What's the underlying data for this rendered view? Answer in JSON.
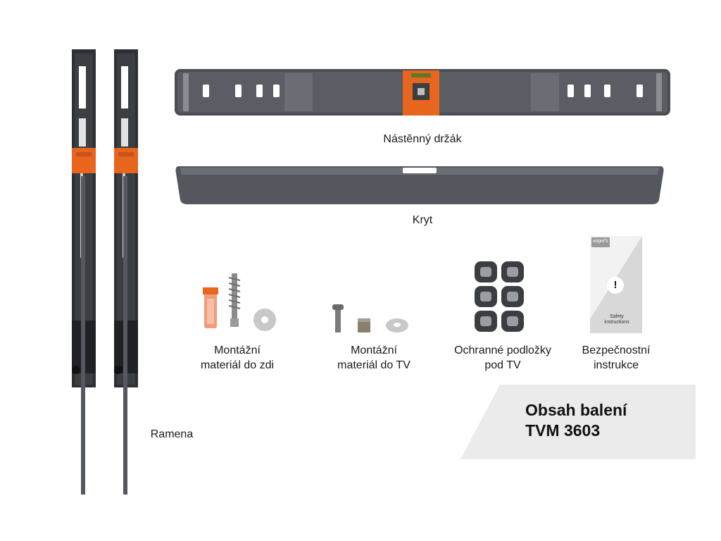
{
  "wall_bracket_label": "Nástěnný držák",
  "cover_label": "Kryt",
  "arms_label": "Ramena",
  "items": [
    {
      "line1": "Montážní",
      "line2": "materiál do zdi"
    },
    {
      "line1": "Montážní",
      "line2": "materiál do TV"
    },
    {
      "line1": "Ochranné podložky",
      "line2": "pod TV"
    },
    {
      "line1": "Bezpečnostní",
      "line2": "instrukce"
    }
  ],
  "booklet": {
    "brand": "vogel's",
    "caption_line1": "Safety",
    "caption_line2": "instructions",
    "warning_symbol": "!"
  },
  "title": {
    "line1": "Obsah balení",
    "line2": "TVM 3603"
  },
  "colors": {
    "steel": "#4a4d53",
    "accent": "#e8651e",
    "panel": "#ebebeb"
  }
}
